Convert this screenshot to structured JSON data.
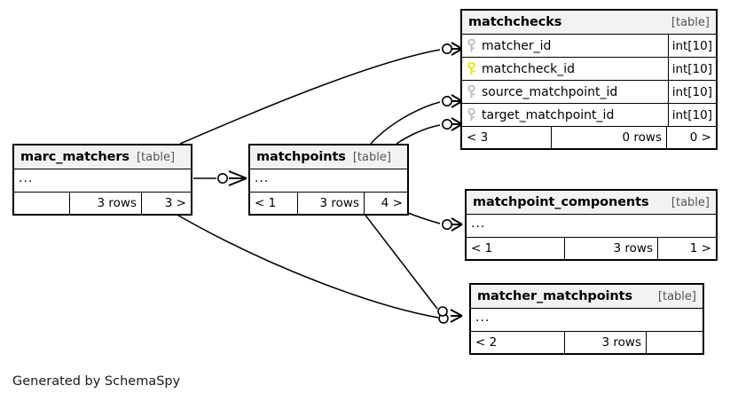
{
  "diagram": {
    "credit": "Generated by SchemaSpy",
    "table_tag": "[table]",
    "ellipsis": "...",
    "icons": {
      "primary_key": "key-icon",
      "foreign_key": "key-icon"
    },
    "colors": {
      "primary_key": "#e8e800",
      "foreign_key": "#bfbfbf",
      "header_bg": "#f2f2f2",
      "border": "#000000",
      "background": "#ffffff"
    }
  },
  "tables": {
    "matchchecks": {
      "name": "matchchecks",
      "tag": "[table]",
      "columns": [
        {
          "name": "matcher_id",
          "type": "int[10]",
          "key": "foreign"
        },
        {
          "name": "matchcheck_id",
          "type": "int[10]",
          "key": "primary"
        },
        {
          "name": "source_matchpoint_id",
          "type": "int[10]",
          "key": "foreign"
        },
        {
          "name": "target_matchpoint_id",
          "type": "int[10]",
          "key": "foreign"
        }
      ],
      "footer": {
        "left": "< 3",
        "middle": "0 rows",
        "right": "0 >"
      }
    },
    "marc_matchers": {
      "name": "marc_matchers",
      "tag": "[table]",
      "ellipsis": "...",
      "footer": {
        "left": "",
        "middle": "3 rows",
        "right": "3 >"
      }
    },
    "matchpoints": {
      "name": "matchpoints",
      "tag": "[table]",
      "ellipsis": "...",
      "footer": {
        "left": "< 1",
        "middle": "3 rows",
        "right": "4 >"
      }
    },
    "matchpoint_components": {
      "name": "matchpoint_components",
      "tag": "[table]",
      "ellipsis": "...",
      "footer": {
        "left": "< 1",
        "middle": "3 rows",
        "right": "1 >"
      }
    },
    "matcher_matchpoints": {
      "name": "matcher_matchpoints",
      "tag": "[table]",
      "ellipsis": "...",
      "footer": {
        "left": "< 2",
        "middle": "3 rows",
        "right": ""
      }
    }
  },
  "relationships": [
    {
      "from": "marc_matchers",
      "to": "matchchecks",
      "to_column": "matcher_id"
    },
    {
      "from": "matchpoints",
      "to": "matchchecks",
      "to_column": "source_matchpoint_id"
    },
    {
      "from": "matchpoints",
      "to": "matchchecks",
      "to_column": "target_matchpoint_id"
    },
    {
      "from": "marc_matchers",
      "to": "matchpoints"
    },
    {
      "from": "matchpoints",
      "to": "matchpoint_components"
    },
    {
      "from": "marc_matchers",
      "to": "matcher_matchpoints"
    },
    {
      "from": "matchpoints",
      "to": "matcher_matchpoints"
    }
  ]
}
